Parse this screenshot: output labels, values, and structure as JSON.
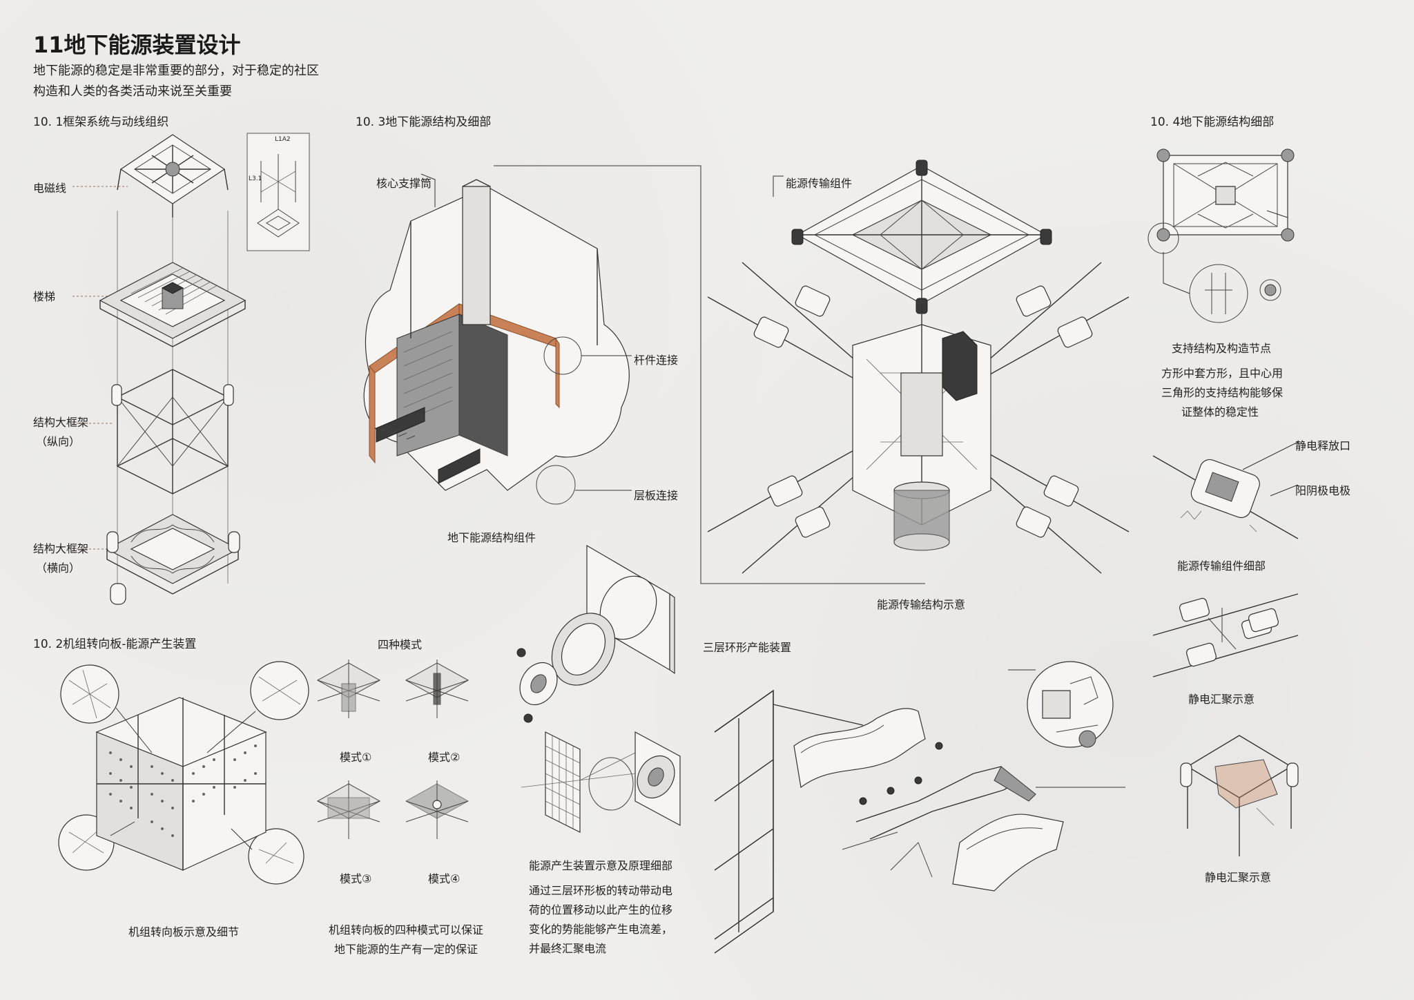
{
  "header": {
    "title": "11地下能源装置设计",
    "intro_line1": "地下能源的稳定是非常重要的部分，对于稳定的社区",
    "intro_line2": "构造和人类的各类活动来说至关重要"
  },
  "section_1": {
    "heading": "10. 1框架系统与动线组织",
    "labels": {
      "electromagnetic": "电磁线",
      "stairs": "楼梯",
      "frame_long_1": "结构大框架",
      "frame_long_2": "（纵向）",
      "frame_trans_1": "结构大框架",
      "frame_trans_2": "（横向）"
    },
    "inset_marks": [
      "L1A2",
      "L3.1"
    ]
  },
  "section_2": {
    "heading": "10. 2机组转向板-能源产生装置",
    "caption": "机组转向板示意及细节",
    "modes_title": "四种模式",
    "modes": [
      "模式①",
      "模式②",
      "模式③",
      "模式④"
    ],
    "modes_note_line1": "机组转向板的四种模式可以保证",
    "modes_note_line2": "地下能源的生产有一定的保证",
    "generator_caption": "能源产生装置示意及原理细部",
    "generator_text_line1": "通过三层环形板的转动带动电",
    "generator_text_line2": "荷的位置移动以此产生的位移",
    "generator_text_line3": "变化的势能能够产生电流差，",
    "generator_text_line4": "并最终汇聚电流"
  },
  "section_3": {
    "heading": "10. 3地下能源结构及细部",
    "labels": {
      "core": "核心支撑筒",
      "rod": "杆件连接",
      "slab": "层板连接"
    },
    "caption": "地下能源结构组件"
  },
  "center": {
    "label_component": "能源传输组件",
    "caption": "能源传输结构示意",
    "ring_title": "三层环形产能装置"
  },
  "section_4": {
    "heading": "10. 4地下能源结构细部",
    "node_caption": "支持结构及构造节点",
    "node_text_line1": "方形中套方形，且中心用",
    "node_text_line2": "三角形的支持结构能够保",
    "node_text_line3": "证整体的稳定性",
    "label_discharge": "静电释放口",
    "label_electrode": "阳阴极电极",
    "transmission_caption": "能源传输组件细部",
    "static_gather_caption": "静电汇聚示意",
    "static_gather_caption2": "静电汇聚示意"
  },
  "colors": {
    "paper": "#efeeec",
    "ink": "#222222",
    "accent_orange": "#c98257",
    "leader_orange": "#b0694a"
  }
}
